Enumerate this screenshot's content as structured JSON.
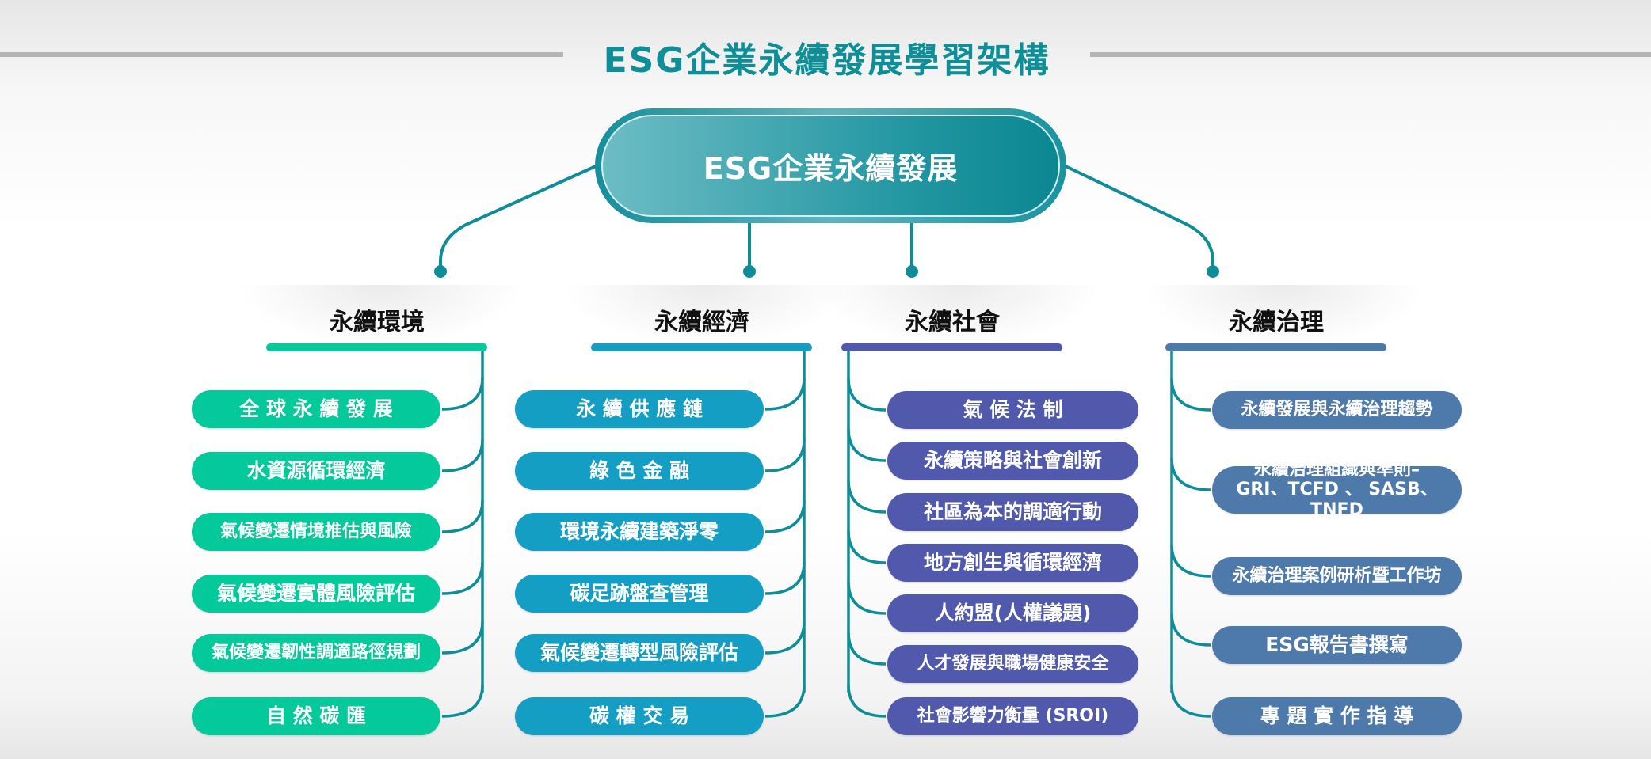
{
  "title": "ESG企業永續發展學習架構",
  "center": "ESG企業永續發展",
  "colors": {
    "title": "#0e8f98",
    "connector": "#0e8d98",
    "environment": "#04c99a",
    "economy": "#159ec4",
    "society": "#5059ab",
    "governance": "#4e79ab"
  },
  "columns": [
    {
      "heading": "永續環境",
      "items": [
        "全 球 永 續 發 展",
        "水資源循環經濟",
        "氣候變遷情境推估與風險",
        "氣候變遷實體風險評估",
        "氣候變遷韌性調適路徑規劃",
        "自 然 碳 匯"
      ]
    },
    {
      "heading": "永續經濟",
      "items": [
        "永 續 供 應 鏈",
        "綠 色 金 融",
        "環境永續建築淨零",
        "碳足跡盤查管理",
        "氣候變遷轉型風險評估",
        "碳 權 交 易"
      ]
    },
    {
      "heading": "永續社會",
      "items": [
        "氣 候 法 制",
        "永續策略與社會創新",
        "社區為本的調適行動",
        "地方創生與循環經濟",
        "人約盟(人權議題)",
        "人才發展與職場健康安全",
        "社會影響力衡量 (SROI)"
      ]
    },
    {
      "heading": "永續治理",
      "items": [
        "永續發展與永續治理趨勢",
        "永續治理組織與準則–\nGRI、TCFD 、 SASB、TNFD",
        "永續治理案例研析暨工作坊",
        "ESG報告書撰寫",
        "專 題 實 作 指 導"
      ]
    }
  ]
}
